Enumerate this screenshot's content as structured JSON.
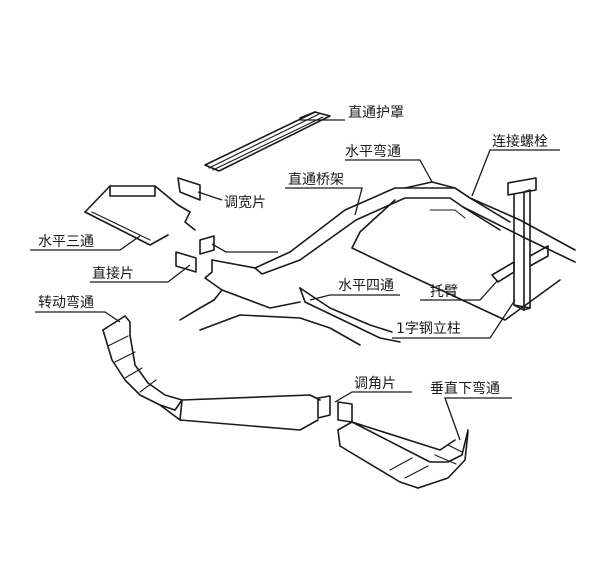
{
  "labels": {
    "straight_cover": "直通护罩",
    "horizontal_elbow": "水平弯通",
    "connecting_bolt": "连接螺栓",
    "straight_tray": "直通桥架",
    "width_adjuster": "调宽片",
    "horizontal_tee": "水平三通",
    "straight_connector": "直接片",
    "rotating_elbow": "转动弯通",
    "horizontal_cross": "水平四通",
    "support_arm": "托臂",
    "i_steel_column": "1字钢立柱",
    "angle_adjuster": "调角片",
    "vertical_down_elbow": "垂直下弯通"
  },
  "colors": {
    "line": "#1a1a1a",
    "background": "#ffffff"
  }
}
